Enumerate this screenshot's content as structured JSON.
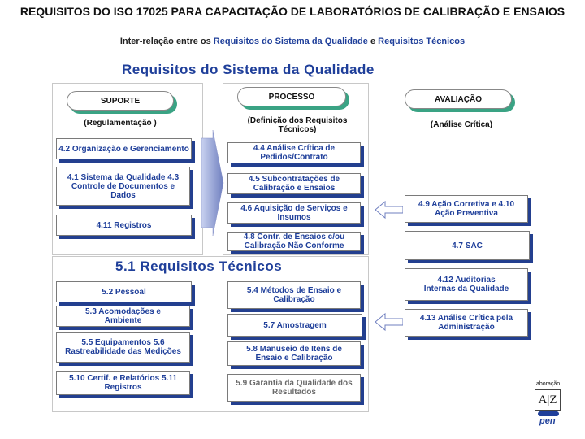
{
  "title": "REQUISITOS DO ISO 17025 PARA CAPACITAÇÃO DE LABORATÓRIOS DE CALIBRAÇÃO E ENSAIOS",
  "subtitle_part1": "Inter-relação entre os ",
  "subtitle_part2": "Requisitos do Sistema da Qualidade",
  "subtitle_part3": " e ",
  "subtitle_part4": "Requisitos Técnicos",
  "quality_title": "Requisitos do Sistema da Qualidade",
  "technical_title": "5.1 Requisitos Técnicos",
  "columns": {
    "suporte": {
      "label": "SUPORTE",
      "caption": "(Regulamentação )"
    },
    "processo": {
      "label": "PROCESSO",
      "caption": "(Definição dos Requisitos Técnicos)"
    },
    "avaliacao": {
      "label": "AVALIAÇÃO",
      "caption": "(Análise Crítica)"
    }
  },
  "quality_left": [
    "4.2 Organização e Gerenciamento",
    "4.1 Sistema da Qualidade 4.3 Controle de Documentos e Dados",
    "4.11 Registros"
  ],
  "quality_middle": [
    "4.4 Análise Crítica de Pedidos/Contrato",
    "4.5 Subcontratações de Calibração e Ensaios",
    "4.6 Aquisição de Serviços e Insumos",
    "4.8 Contr. de Ensaios c/ou Calibração Não Conforme"
  ],
  "quality_right": [
    "4.9 Ação Corretiva e 4.10 Ação Preventiva",
    "4.7 SAC",
    "4.12 Auditorias Internas da Qualidade",
    "4.13 Análise Crítica pela Administração"
  ],
  "tech_left": [
    "5.2 Pessoal",
    "5.3 Acomodações e Ambiente",
    "5.5 Equipamentos 5.6 Rastreabilidade das Medições",
    "5.10 Certif. e Relatórios 5.11 Registros"
  ],
  "tech_middle": [
    "5.4 Métodos de Ensaio e Calibração",
    "5.7 Amostragem",
    "5.8 Manuseio de Itens de Ensaio e Calibração",
    "5.9 Garantia da Qualidade dos Resultados"
  ],
  "logo": {
    "top": "aboração",
    "mark": "A|Z",
    "brand": "pen"
  },
  "colors": {
    "accent_blue": "#1f3f9a",
    "shadow_blue": "#233f8f",
    "pill_shadow": "#3aa384",
    "arrow": "#6f7fbf"
  }
}
